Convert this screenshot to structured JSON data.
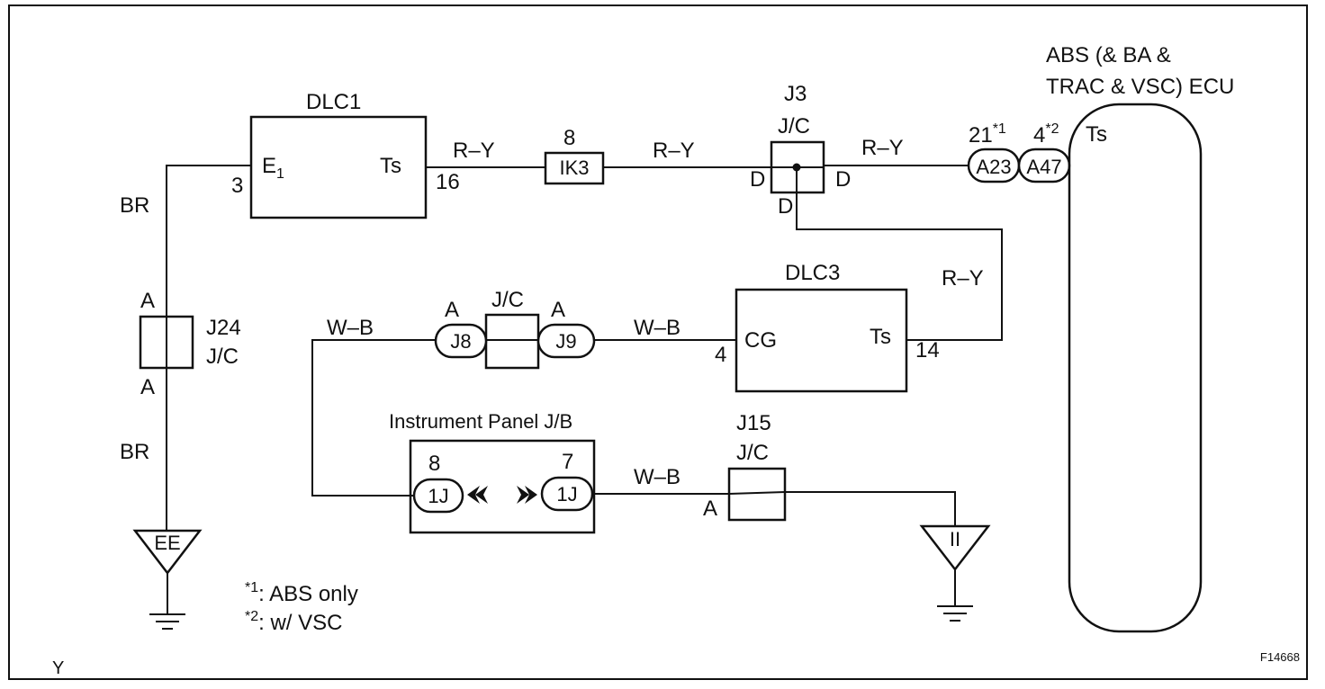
{
  "ecu": {
    "title_line1": "ABS (& BA &",
    "title_line2": "TRAC & VSC) ECU",
    "pin": "Ts"
  },
  "dlc1": {
    "name": "DLC1",
    "pin_e1": "E",
    "pin_e1_sub": "1",
    "pin_ts": "Ts",
    "pin3": "3",
    "pin16": "16"
  },
  "ik3": {
    "pin": "8",
    "label": "IK3"
  },
  "j3": {
    "name": "J3",
    "type": "J/C",
    "pin_left": "D",
    "pin_right": "D",
    "pin_bottom": "D"
  },
  "ecu_conn": {
    "pin_a23": "21",
    "sup1": "*1",
    "pin_a47": "4",
    "sup2": "*2",
    "label_a23": "A23",
    "label_a47": "A47"
  },
  "dlc3": {
    "name": "DLC3",
    "pin_cg": "CG",
    "pin_ts": "Ts",
    "pin4": "4",
    "pin14": "14"
  },
  "j24": {
    "name": "J24",
    "type": "J/C",
    "pin_top": "A",
    "pin_bottom": "A"
  },
  "jc_mid": {
    "type": "J/C",
    "j8": "J8",
    "j9": "J9",
    "pin_a_left": "A",
    "pin_a_right": "A"
  },
  "ipjb": {
    "name": "Instrument Panel J/B",
    "pin8": "8",
    "pin7": "7",
    "label_left": "1J",
    "label_right": "1J"
  },
  "j15": {
    "name": "J15",
    "type": "J/C",
    "pin_a": "A"
  },
  "grounds": {
    "ee": "EE",
    "ii": "II"
  },
  "wires": {
    "br_top": "BR",
    "br_bottom": "BR",
    "ry1": "R–Y",
    "ry2": "R–Y",
    "ry3": "R–Y",
    "ry4": "R–Y",
    "wb1": "W–B",
    "wb2": "W–B",
    "wb3": "W–B"
  },
  "notes": {
    "n1_sup": "*1",
    "n1_text": ": ABS only",
    "n2_sup": "*2",
    "n2_text": ": w/ VSC",
    "corner_left": "Y",
    "fig_id": "F14668"
  }
}
